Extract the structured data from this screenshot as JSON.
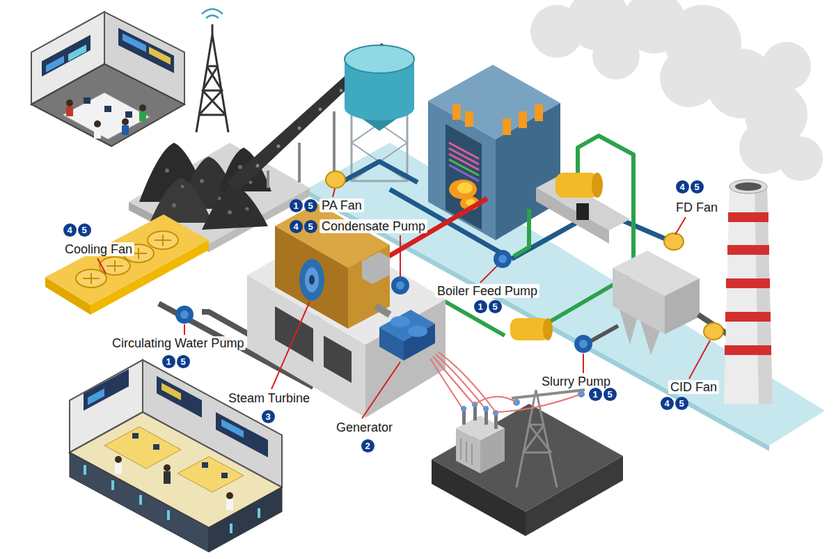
{
  "diagram": {
    "labels": [
      "4",
      "5",
      "FD Fan",
      "1",
      "5",
      "PA Fan",
      "4",
      "5",
      "Condensate Pump",
      "4",
      "5",
      "Cooling Fan",
      "Boiler Feed Pump",
      "1",
      "5",
      "Circulating Water Pump",
      "1",
      "5",
      "Slurry Pump",
      "1",
      "5",
      "CID Fan",
      "4",
      "5",
      "Steam Turbine",
      "3",
      "Generator",
      "2"
    ]
  }
}
